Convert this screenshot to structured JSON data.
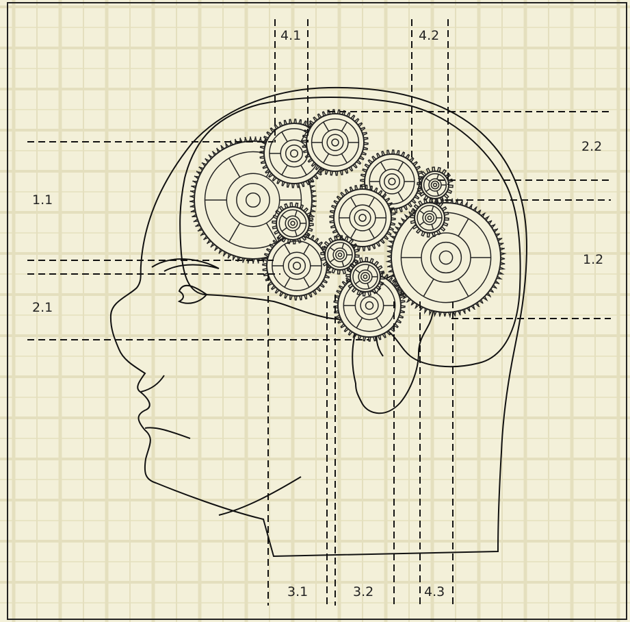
{
  "labels": {
    "l_1_1": "1.1",
    "l_1_2": "1.2",
    "l_2_1": "2.1",
    "l_2_2": "2.2",
    "l_3_1": "3.1",
    "l_3_2": "3.2",
    "l_4_1": "4.1",
    "l_4_2": "4.2",
    "l_4_3": "4.3"
  },
  "colors": {
    "background": "#f3f0d9",
    "grid": "#e4dfbe",
    "ink": "#111111"
  },
  "icons": {
    "gear": "gear-icon",
    "head": "head-profile"
  }
}
